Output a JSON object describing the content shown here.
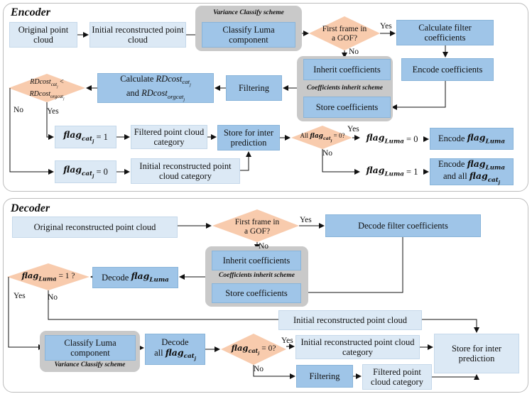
{
  "encoder": {
    "title": "Encoder",
    "original_pc": "Original point cloud",
    "initial_recon_pc": "Initial reconstructed point cloud",
    "variance_scheme": "Variance Classify scheme",
    "classify_luma": "Classify Luma component",
    "first_frame_q": "First frame in a GOF?",
    "yes": "Yes",
    "no": "No",
    "calc_filter": "Calculate filter coefficients",
    "encode_coeffs": "Encode coefficients",
    "inherit_coeffs": "Inherit coefficients",
    "coeff_scheme": "Coefficients inherit scheme",
    "store_coeffs": "Store coefficients",
    "filtering": "Filtering",
    "calculate": "Calculate",
    "and": "and",
    "rdcost": "RDcost",
    "cat_j": "cat",
    "orgcat_j": "orgcat",
    "flag": "flag",
    "luma_sub": "Luma",
    "cat_sub": "cat",
    "eq1": "= 1",
    "eq0": "= 0",
    "filtered_cat": "Filtered point cloud category",
    "initial_cat": "Initial reconstructed point cloud category",
    "store_inter": "Store for inter prediction",
    "all_q": "All",
    "all_q_tail": "= 0?",
    "encode": "Encode",
    "and_all": "and all"
  },
  "decoder": {
    "title": "Decoder",
    "original_recon_pc": "Original reconstructed point cloud",
    "first_frame_q": "First frame in a GOF?",
    "yes": "Yes",
    "no": "No",
    "decode_filter": "Decode filter coefficients",
    "inherit_coeffs": "Inherit coefficients",
    "coeff_scheme": "Coefficients inherit scheme",
    "store_coeffs": "Store coefficients",
    "decode": "Decode",
    "flag": "flag",
    "luma_sub": "Luma",
    "cat_sub": "cat",
    "luma_q_tail": "= 1 ?",
    "cat_q_tail": "= 0?",
    "initial_recon_pc": "Initial reconstructed point cloud",
    "classify_luma": "Classify Luma component",
    "variance_scheme": "Variance Classify scheme",
    "decode_all": "all",
    "initial_cat": "Initial reconstructed point cloud category",
    "store_inter": "Store for inter prediction",
    "filtering": "Filtering",
    "filtered_cat": "Filtered point cloud category"
  },
  "colors": {
    "light_box": "#dce9f5",
    "mid_box": "#9fc5e8",
    "diamond": "#f8cbad",
    "group_bg": "#c9c9c9",
    "panel_border": "#bdbdbd"
  }
}
